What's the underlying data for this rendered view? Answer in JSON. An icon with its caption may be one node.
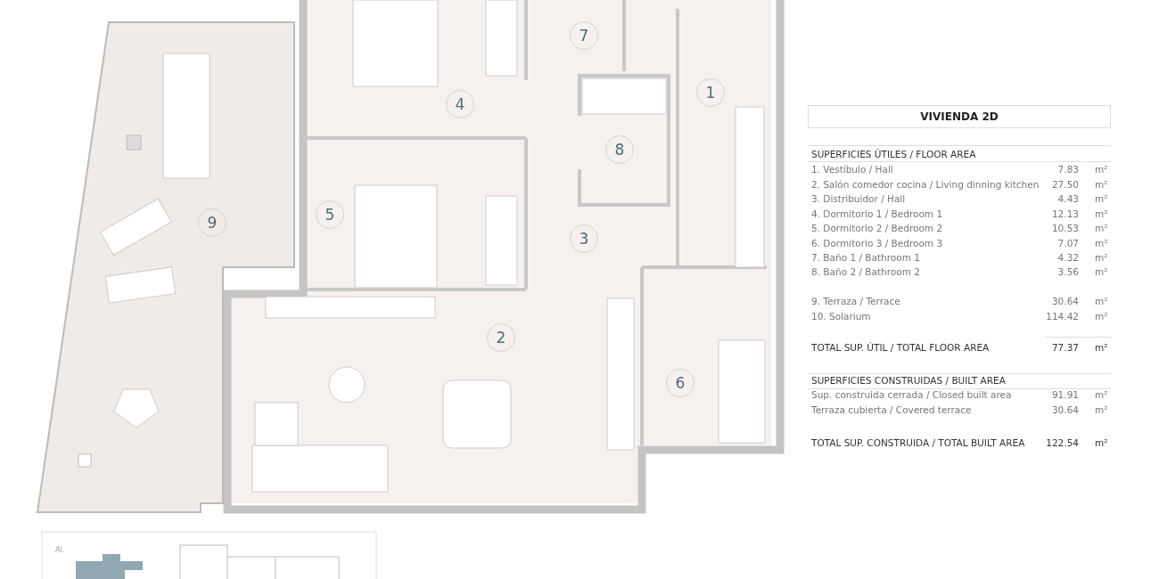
{
  "diagram": {
    "title": "VIVIENDA 2D",
    "nodes": [
      {
        "text": [
          "1"
        ]
      },
      {
        "text": [
          "2"
        ]
      },
      {
        "text": [
          "3"
        ]
      },
      {
        "text": [
          "4"
        ]
      },
      {
        "text": [
          "5"
        ]
      },
      {
        "text": [
          "6"
        ]
      },
      {
        "text": [
          "7"
        ]
      },
      {
        "text": [
          "8"
        ]
      },
      {
        "text": [
          "9"
        ]
      }
    ],
    "edges": [],
    "labels": [
      "SUPERFICIES ÚTILES / FLOOR AREA",
      "1. Vestíbulo / Hall",
      "7.83",
      "m²",
      "2. Salón comedor cocina / Living dinning kitchen",
      "27.50",
      "m²",
      "3. Distribuidor / Hall",
      "4.43",
      "m²",
      "4. Dormitorio 1 / Bedroom 1",
      "12.13",
      "m²",
      "5. Dormitorio 2 / Bedroom 2",
      "10.53",
      "m²",
      "6. Dormitorio 3 / Bedroom 3",
      "7.07",
      "m²",
      "7. Baño 1 / Bathroom 1",
      "4.32",
      "m²",
      "8. Baño 2 / Bathroom 2",
      "3.56",
      "m²",
      "9. Terraza / Terrace",
      "30.64",
      "m²",
      "10. Solarium",
      "114.42",
      "m²",
      "TOTAL SUP. ÚTIL / TOTAL FLOOR AREA",
      "77.37",
      "m²",
      "SUPERFICIES CONSTRUIDAS / BUILT AREA",
      "Sup. construida cerrada / Closed built area",
      "91.91",
      "m²",
      "Terraza cubierta / Covered terrace",
      "30.64",
      "m²",
      "TOTAL SUP. CONSTRUIDA / TOTAL BUILT AREA",
      "122.54",
      "m²",
      "Al."
    ]
  }
}
